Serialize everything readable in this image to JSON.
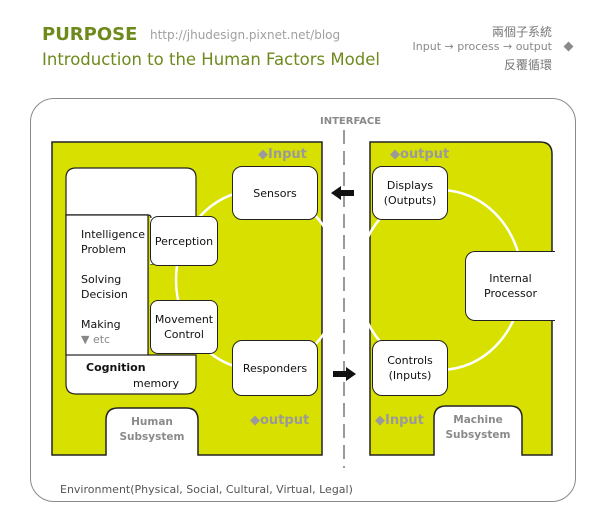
{
  "header": {
    "purpose": "PURPOSE",
    "blog_url": "http://jhudesign.pixnet.net/blog",
    "subtitle": "Introduction to the Human Factors Model",
    "top_right_1": "兩個子系統",
    "top_right_2": "Input → process → output",
    "top_right_3": "反覆循環"
  },
  "interface_label": "INTERFACE",
  "environment_label": "Environment(Physical, Social, Cultural, Virtual, Legal)",
  "human": {
    "input_tag": "Input",
    "output_tag": "output",
    "sensors": "Sensors",
    "responders": "Responders",
    "perception": "Perception",
    "movement_control": [
      "Movement",
      "Control"
    ],
    "cognition_list": [
      "Intelligence",
      "Problem",
      "Solving",
      "Decision",
      "Making"
    ],
    "etc": "etc",
    "cognition": "Cognition",
    "memory": "memory",
    "subsystem": [
      "Human",
      "Subsystem"
    ]
  },
  "machine": {
    "output_tag": "output",
    "input_tag": "Input",
    "displays": [
      "Displays",
      "(Outputs)"
    ],
    "controls": [
      "Controls",
      "(Inputs)"
    ],
    "processor": [
      "Internal",
      "Processor"
    ],
    "subsystem": [
      "Machine",
      "Subsystem"
    ]
  },
  "colors": {
    "accent_green": "#6e8a1c",
    "panel_yellow": "#d8e000",
    "gray_text": "#9a9a9a"
  }
}
